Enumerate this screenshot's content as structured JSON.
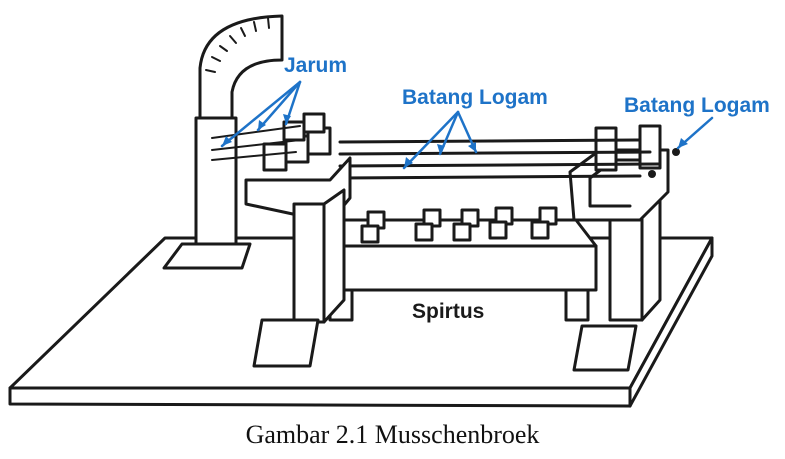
{
  "labels": {
    "jarum": "Jarum",
    "batang_logam_center": "Batang Logam",
    "batang_logam_right": "Batang Logam",
    "spirtus": "Spirtus"
  },
  "caption": "Gambar 2.1 Musschenbroek",
  "colors": {
    "ink": "#1a1a1a",
    "label_blue": "#1e73c8",
    "arrow_blue": "#1e73c8",
    "background": "#ffffff"
  }
}
